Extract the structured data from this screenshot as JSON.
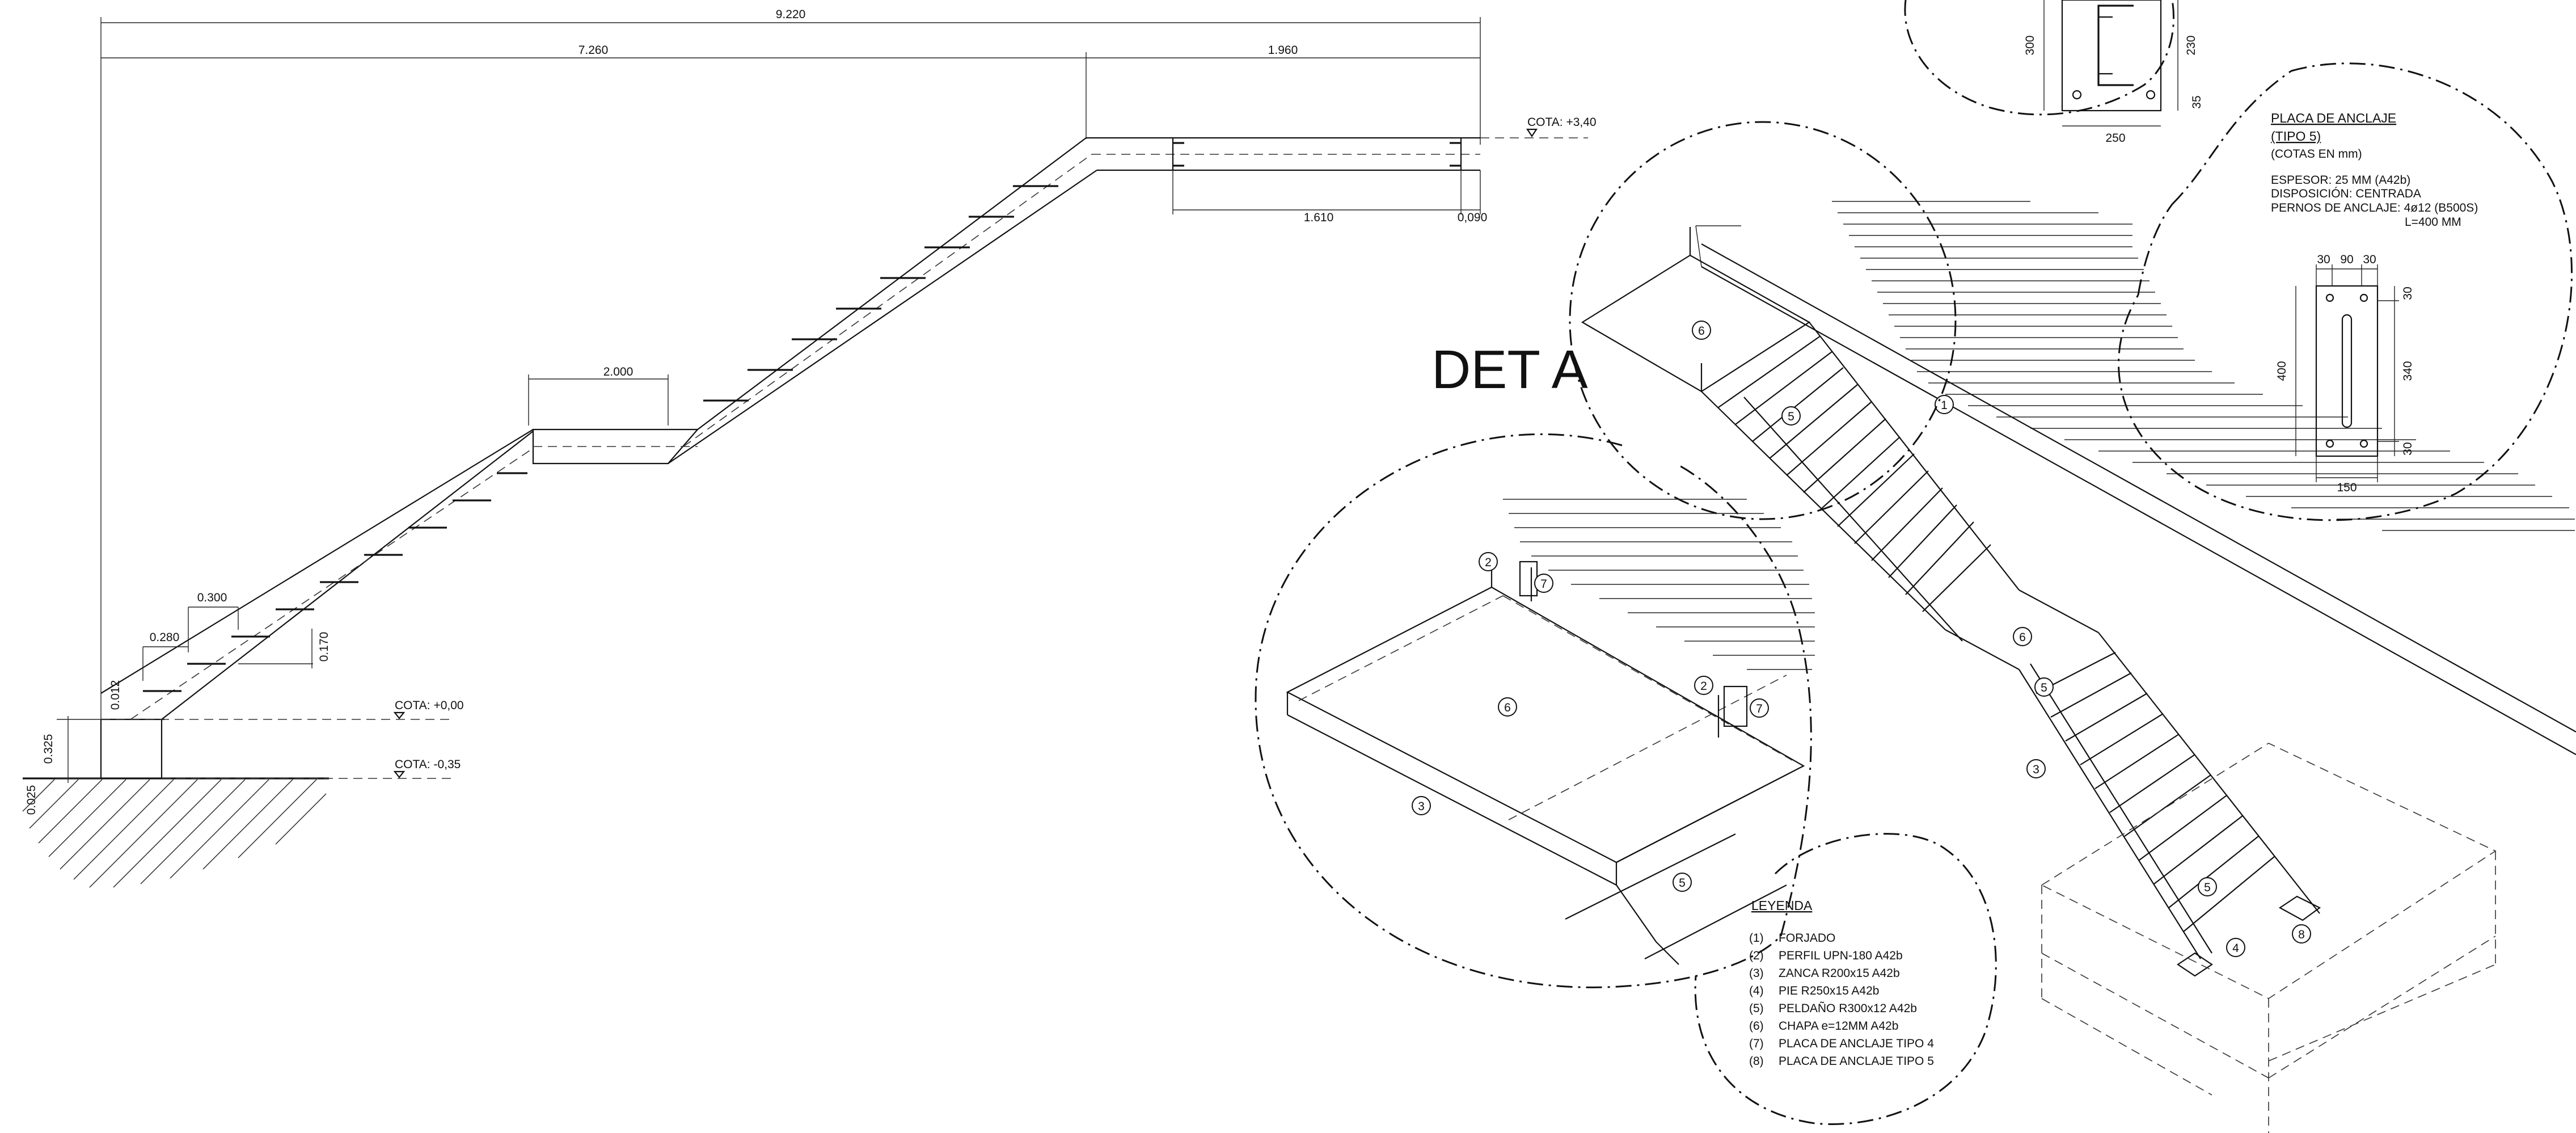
{
  "dims": {
    "total": "9.220",
    "left": "7.260",
    "right": "1.960",
    "landing": "2.000",
    "top_landing": "1.610",
    "top_gap": "0,090",
    "tread_a": "0.300",
    "tread_b": "0.280",
    "riser": "0.170",
    "small_a": "0.012",
    "base_h": "0.325",
    "base_b": "0.025"
  },
  "levels": {
    "top": "COTA: +3,40",
    "zero": "COTA: +0,00",
    "low": "COTA: -0,35"
  },
  "detail_title": "DET A",
  "plate": {
    "title_line1": "PLACA DE ANCLAJE",
    "title_line2": "(TIPO 5)",
    "units": "(COTAS EN mm)",
    "spec1": "ESPESOR: 25 MM (A42b)",
    "spec2": "DISPOSICIÓN: CENTRADA",
    "spec3": "PERNOS DE ANCLAJE: 4ø12 (B500S)",
    "spec4": "L=400 MM",
    "d30a": "30",
    "d90": "90",
    "d30b": "30",
    "d30c": "30",
    "d340": "340",
    "d30d": "30",
    "d400": "400",
    "d150": "150"
  },
  "upn": {
    "d300": "300",
    "d230": "230",
    "d35": "35",
    "d250": "250"
  },
  "legend": {
    "title": "LEYENDA",
    "items": [
      {
        "num": "(1)",
        "text": "FORJADO"
      },
      {
        "num": "(2)",
        "text": "PERFIL UPN-180 A42b"
      },
      {
        "num": "(3)",
        "text": "ZANCA R200x15 A42b"
      },
      {
        "num": "(4)",
        "text": "PIE R250x15 A42b"
      },
      {
        "num": "(5)",
        "text": "PELDAÑO R300x12 A42b"
      },
      {
        "num": "(6)",
        "text": "CHAPA e=12MM A42b"
      },
      {
        "num": "(7)",
        "text": "PLACA DE ANCLAJE TIPO 4"
      },
      {
        "num": "(8)",
        "text": "PLACA DE ANCLAJE TIPO 5"
      }
    ]
  },
  "markers": {
    "m1": "1",
    "m2": "2",
    "m3": "3",
    "m4": "4",
    "m5": "5",
    "m6": "6",
    "m7": "7",
    "m8": "8"
  }
}
